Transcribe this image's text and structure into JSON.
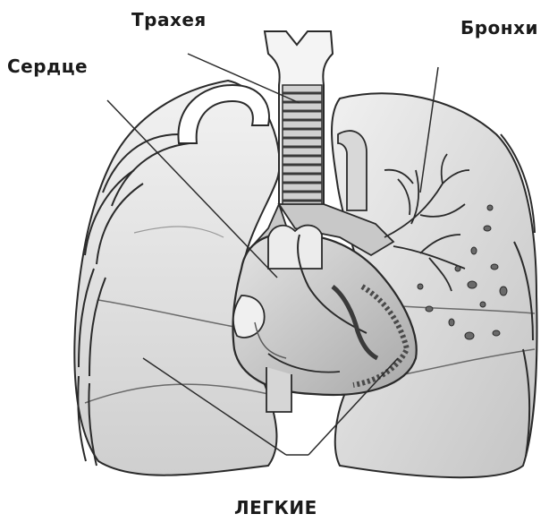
{
  "labels": {
    "trachea": "Трахея",
    "heart": "Сердце",
    "bronchi": "Бронхи",
    "lungs": "ЛЕГКИЕ"
  },
  "colors": {
    "outline": "#2a2a2a",
    "lung_light": "#e9e9e9",
    "lung_mid": "#d2d2d2",
    "lung_dark": "#bdbdbd",
    "heart_fill": "#cfcfcf",
    "heart_dark": "#9a9a9a",
    "trachea_ring": "#3a3a3a"
  },
  "icons": {
    "lungs": "lungs-illustration",
    "heart": "heart-illustration",
    "trachea": "trachea-illustration",
    "bronchi": "bronchial-tree-illustration"
  }
}
